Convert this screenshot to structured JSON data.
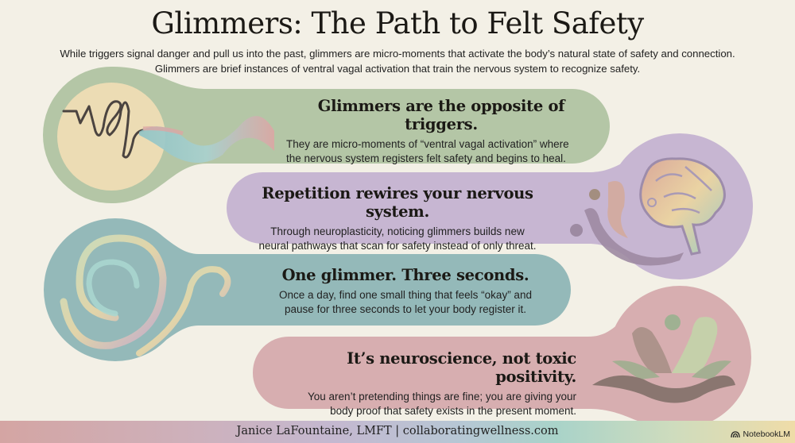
{
  "header": {
    "title": "Glimmers: The Path to Felt Safety",
    "subtitle_line1": "While triggers signal danger and pull us into the past, glimmers are micro-moments that activate the body’s natural state of safety and connection.",
    "subtitle_line2": "Glimmers are brief instances of ventral vagal activation that train the nervous system to recognize safety."
  },
  "cards": [
    {
      "heading": "Glimmers are the opposite of triggers.",
      "body_line1": "They are micro-moments of “ventral vagal activation” where",
      "body_line2": "the nervous system registers felt safety and begins to heal.",
      "color": "#b4c6a6",
      "icon": "scribble-to-ribbon-icon"
    },
    {
      "heading": "Repetition rewires your nervous system.",
      "body_line1": "Through neuroplasticity, noticing glimmers builds new",
      "body_line2": "neural pathways that scan for safety instead of only threat.",
      "color": "#c7b6d2",
      "icon": "brain-icon"
    },
    {
      "heading": "One glimmer. Three seconds.",
      "body_line1": "Once a day, find one small thing that feels “okay” and",
      "body_line2": "pause for three seconds to let your body register it.",
      "color": "#94b9b9",
      "icon": "spiral-swirl-icon"
    },
    {
      "heading": "It’s neuroscience, not toxic positivity.",
      "body_line1": "You aren’t pretending things are fine; you are giving your",
      "body_line2": "body proof that safety exists in the present moment.",
      "color": "#d7aeb0",
      "icon": "lotus-figure-icon"
    }
  ],
  "footer": {
    "credit": "Janice LaFountaine, LMFT  |  collaboratingwellness.com",
    "brand": "NotebookLM"
  }
}
